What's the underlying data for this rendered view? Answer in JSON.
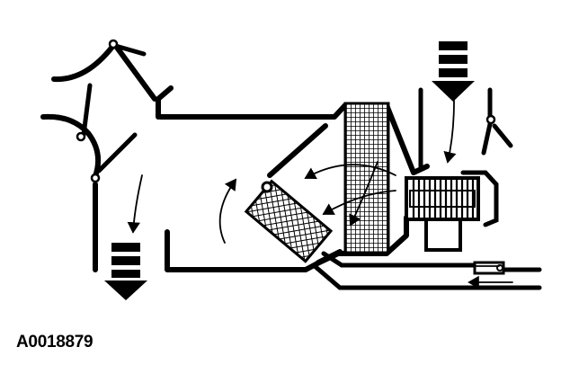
{
  "figure": {
    "id_label": "A0018879",
    "colors": {
      "ink": "#000000",
      "background": "#ffffff"
    }
  },
  "components": [
    "defrost-doors",
    "panel-outlet",
    "airflow-arrow-out",
    "airflow-arrow-in",
    "recirc-door",
    "blower-fan",
    "blower-motor",
    "evaporator-core",
    "heater-core",
    "blend-door",
    "coolant-pipes"
  ]
}
